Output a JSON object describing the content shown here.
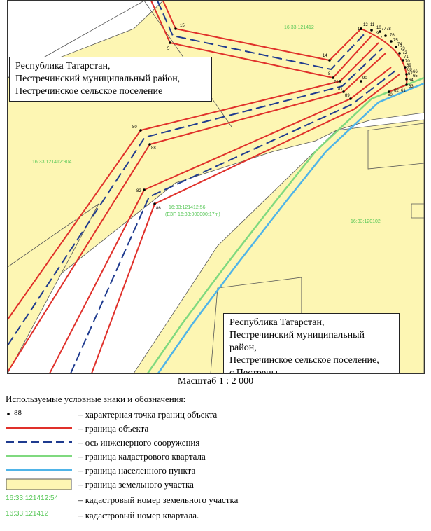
{
  "labels": {
    "top_left": [
      "Республика Татарстан,",
      "Пестречинский муниципальный район,",
      "Пестречинское сельское поселение"
    ],
    "bottom_right": [
      "Республика Татарстан,",
      "Пестречинский муниципальный район,",
      "Пестречинское сельское поселение,",
      "с.Пестрецы"
    ]
  },
  "cadastral_labels": {
    "q1": "16:33:121412",
    "q2": "16:33:121412:904",
    "q3": "16:33:121412:56",
    "q3b": "(ЕЗП 16:33:000000:17m)",
    "q4": "16:33:120102"
  },
  "points": {
    "p15": "15",
    "p5": "5",
    "p14": "14",
    "p8": "8",
    "p79": "79",
    "p81": "81",
    "p90": "90",
    "p89": "89",
    "p80": "80",
    "p88": "88",
    "p82": "82",
    "p86": "86",
    "p60": "60",
    "p63": "63",
    "p64": "64",
    "p12": "12",
    "p11": "11",
    "p13": "13",
    "p10": "10",
    "p9": "9",
    "p62": "62",
    "p61": "61",
    "p7": "7",
    "p78": "78",
    "p77": "77",
    "p76": "76",
    "p75": "75",
    "p74": "74",
    "p73": "73",
    "p72": "72",
    "p71": "71",
    "p70": "70",
    "p69": "69",
    "p68": "68",
    "p67": "67",
    "p66": "66",
    "p65": "65"
  },
  "scale": "Масштаб 1 : 2 000",
  "legend": {
    "title": "Используемые условные знаки и обозначения:",
    "items": [
      {
        "symbol": "point",
        "sample": "88",
        "text": "– характерная точка границ объекта"
      },
      {
        "symbol": "red-line",
        "text": "– граница объекта"
      },
      {
        "symbol": "dashed-line",
        "text": "– ось инженерного сооружения"
      },
      {
        "symbol": "green-line",
        "text": "– граница кадастрового квартала"
      },
      {
        "symbol": "blue-line",
        "text": "– граница населенного пункта"
      },
      {
        "symbol": "parcel-box",
        "text": "– граница земельного участка"
      },
      {
        "symbol": "green-text",
        "sample": "16:33:121412:54",
        "text": "– кадастровый номер земельного участка"
      },
      {
        "symbol": "green-text",
        "sample": "16:33:121412",
        "text": "– кадастровый номер квартала."
      }
    ]
  },
  "colors": {
    "parcel": "#fdf6b3",
    "object_border": "#e0302a",
    "axis": "#1f3b8f",
    "cadastral_quarter": "#7fd97f",
    "settlement": "#4fb4e8"
  }
}
